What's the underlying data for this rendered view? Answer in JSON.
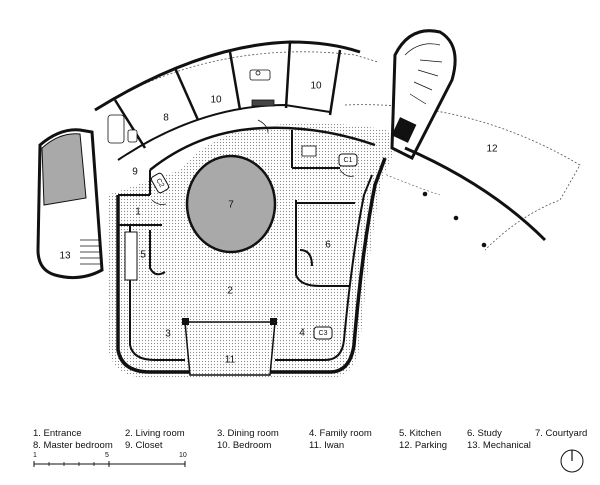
{
  "plan": {
    "room_numbers": [
      "1",
      "2",
      "3",
      "4",
      "5",
      "6",
      "7",
      "8",
      "9",
      "10",
      "10",
      "11",
      "12",
      "13"
    ],
    "fixture_marks": [
      "C1",
      "C2",
      "C3"
    ]
  },
  "legend": {
    "row1": [
      "1. Entrance",
      "2. Living room",
      "3. Dining room",
      "4. Family room",
      "5. Kitchen",
      "6. Study",
      "7. Courtyard"
    ],
    "row2": [
      "8. Master bedroom",
      "9. Closet",
      "10. Bedroom",
      "11. Iwan",
      "12. Parking",
      "13. Mechanical"
    ]
  },
  "scale": {
    "labels": [
      "1",
      "5",
      "10"
    ]
  },
  "colors": {
    "wall": "#111111",
    "courtyard_fill": "#a9a9a9",
    "paving_fill": "#d9d9d9",
    "background": "#ffffff"
  }
}
